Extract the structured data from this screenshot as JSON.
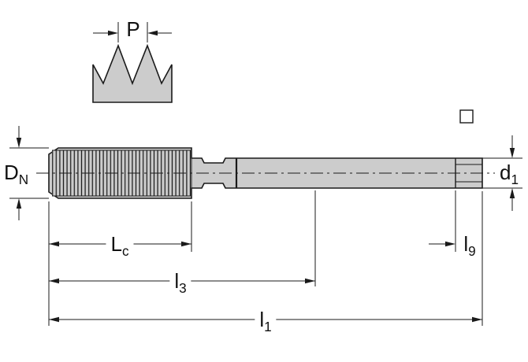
{
  "labels": {
    "p": {
      "base": "P",
      "sub": ""
    },
    "dn": {
      "base": "D",
      "sub": "N"
    },
    "d1": {
      "base": "d",
      "sub": "1"
    },
    "lc": {
      "base": "L",
      "sub": "c"
    },
    "l3": {
      "base": "l",
      "sub": "3"
    },
    "l1": {
      "base": "l",
      "sub": "1"
    },
    "l9": {
      "base": "l",
      "sub": "9"
    }
  },
  "colors": {
    "line": "#1a1a1a",
    "body-fill": "#cccccc",
    "background": "#ffffff"
  }
}
